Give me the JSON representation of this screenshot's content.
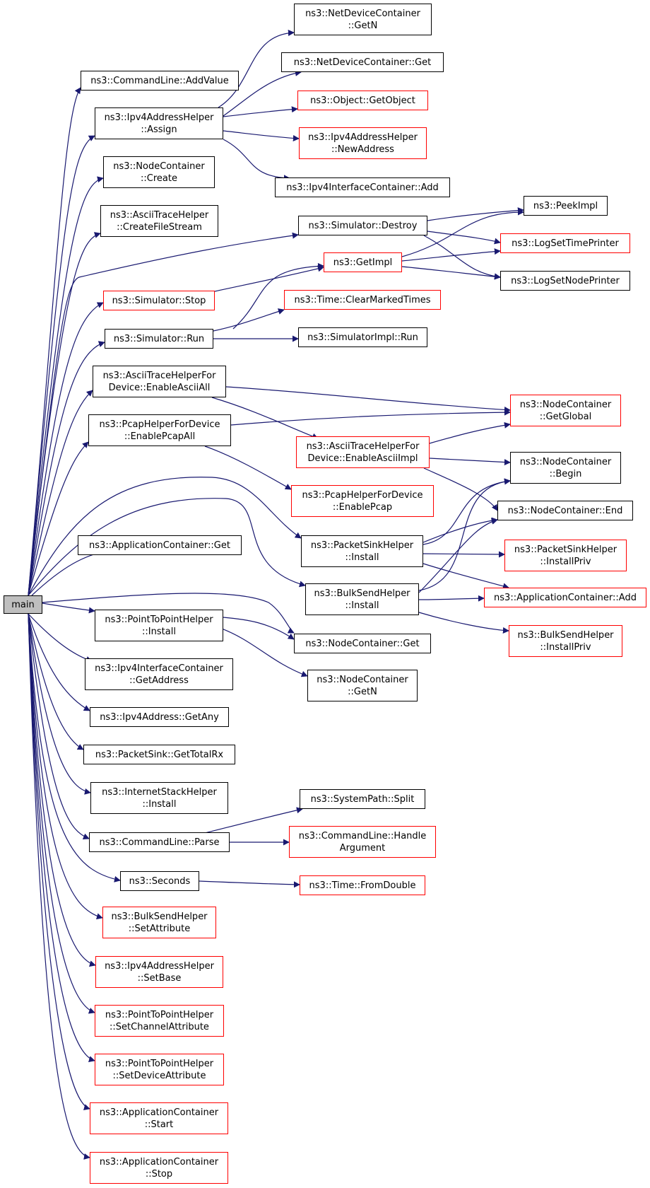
{
  "colors": {
    "edge": "#191970",
    "box_border": "#000000",
    "box_border_undocumented": "#ff0000",
    "root_fill": "#bfbfbf"
  },
  "nodes": {
    "main": "main",
    "cl_addvalue": "ns3::CommandLine::AddValue",
    "ipv4ah_assign": "ns3::Ipv4AddressHelper\n::Assign",
    "nc_create": "ns3::NodeContainer\n::Create",
    "ath_createfilestream": "ns3::AsciiTraceHelper\n::CreateFileStream",
    "sim_stop": "ns3::Simulator::Stop",
    "sim_run": "ns3::Simulator::Run",
    "athfd_enableasciiall": "ns3::AsciiTraceHelperFor\nDevice::EnableAsciiAll",
    "phfd_enablepcapall": "ns3::PcapHelperForDevice\n::EnablePcapAll",
    "appc_get": "ns3::ApplicationContainer::Get",
    "p2p_install": "ns3::PointToPointHelper\n::Install",
    "ipv4ic_getaddress": "ns3::Ipv4InterfaceContainer\n::GetAddress",
    "ipv4a_getany": "ns3::Ipv4Address::GetAny",
    "ps_gettotalrx": "ns3::PacketSink::GetTotalRx",
    "ish_install": "ns3::InternetStackHelper\n::Install",
    "cl_parse": "ns3::CommandLine::Parse",
    "seconds": "ns3::Seconds",
    "bsh_setattribute": "ns3::BulkSendHelper\n::SetAttribute",
    "ipv4ah_setbase": "ns3::Ipv4AddressHelper\n::SetBase",
    "p2p_setchannelattr": "ns3::PointToPointHelper\n::SetChannelAttribute",
    "p2p_setdeviceattr": "ns3::PointToPointHelper\n::SetDeviceAttribute",
    "appc_start": "ns3::ApplicationContainer\n::Start",
    "appc_stop": "ns3::ApplicationContainer\n::Stop",
    "ndc_getn": "ns3::NetDeviceContainer\n::GetN",
    "ndc_get": "ns3::NetDeviceContainer::Get",
    "obj_getobject": "ns3::Object::GetObject",
    "ipv4ah_newaddress": "ns3::Ipv4AddressHelper\n::NewAddress",
    "ipv4ic_add": "ns3::Ipv4InterfaceContainer::Add",
    "sim_destroy": "ns3::Simulator::Destroy",
    "getimpl": "ns3::GetImpl",
    "time_clearmarked": "ns3::Time::ClearMarkedTimes",
    "simimpl_run": "ns3::SimulatorImpl::Run",
    "athfd_enableasciiimpl": "ns3::AsciiTraceHelperFor\nDevice::EnableAsciiImpl",
    "phfd_enablepcap": "ns3::PcapHelperForDevice\n::EnablePcap",
    "psh_install": "ns3::PacketSinkHelper\n::Install",
    "bsh_install": "ns3::BulkSendHelper\n::Install",
    "nc_get": "ns3::NodeContainer::Get",
    "nc_getn": "ns3::NodeContainer\n::GetN",
    "sp_split": "ns3::SystemPath::Split",
    "cl_handleargument": "ns3::CommandLine::Handle\nArgument",
    "time_fromdouble": "ns3::Time::FromDouble",
    "peekimpl": "ns3::PeekImpl",
    "logsettimeprinter": "ns3::LogSetTimePrinter",
    "logsetnodeprinter": "ns3::LogSetNodePrinter",
    "nc_getglobal": "ns3::NodeContainer\n::GetGlobal",
    "nc_begin": "ns3::NodeContainer\n::Begin",
    "nc_end": "ns3::NodeContainer::End",
    "psh_installpriv": "ns3::PacketSinkHelper\n::InstallPriv",
    "appc_add": "ns3::ApplicationContainer::Add",
    "bsh_installpriv": "ns3::BulkSendHelper\n::InstallPriv"
  }
}
